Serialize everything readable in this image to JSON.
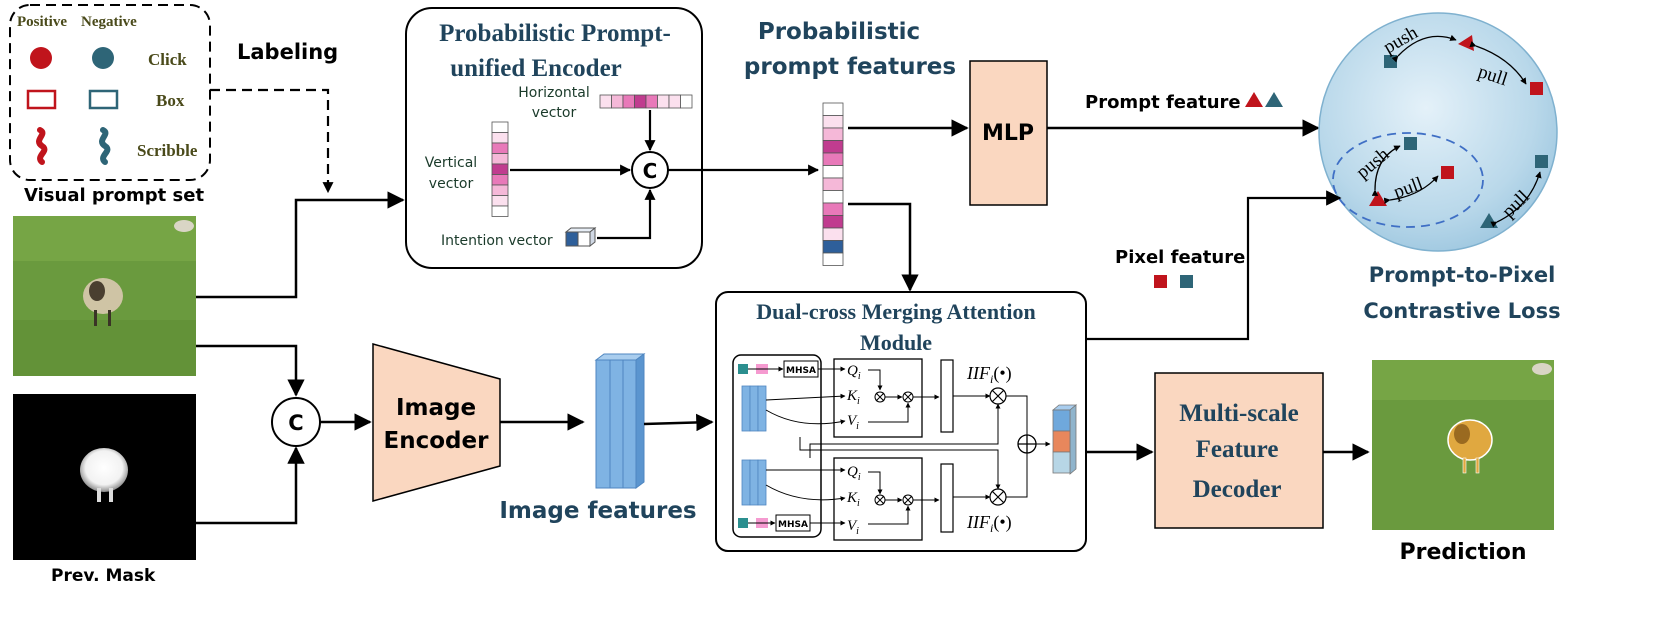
{
  "legend": {
    "positive_label": "Positive",
    "negative_label": "Negative",
    "click_label": "Click",
    "box_label": "Box",
    "scribble_label": "Scribble",
    "caption": "Visual prompt set"
  },
  "labeling_label": "Labeling",
  "encoder": {
    "title_line1": "Probabilistic Prompt-",
    "title_line2": "unified Encoder",
    "horizontal_line1": "Horizontal",
    "horizontal_line2": "vector",
    "vertical_line1": "Vertical",
    "vertical_line2": "vector",
    "intention_label": "Intention vector",
    "concat_symbol": "C"
  },
  "prompt_features": {
    "title_line1": "Probabilistic",
    "title_line2": "prompt features"
  },
  "mlp_label": "MLP",
  "prompt_feature_label": "Prompt feature",
  "pixel_feature_label": "Pixel feature",
  "sphere": {
    "push_label": "push",
    "pull_label": "pull",
    "caption_line1": "Prompt-to-Pixel",
    "caption_line2": "Contrastive Loss"
  },
  "image_encoder": {
    "line1": "Image",
    "line2": "Encoder",
    "concat_symbol": "C"
  },
  "image_features_label": "Image features",
  "attention": {
    "title_line1": "Dual-cross Merging Attention",
    "title_line2": "Module",
    "mhsa_label": "MHSA",
    "q_label": "Q",
    "k_label": "K",
    "v_label": "V",
    "sub_i": "i",
    "iif_label": "IIF",
    "iif_arg": "(•)"
  },
  "decoder": {
    "line1": "Multi-scale",
    "line2": "Feature",
    "line3": "Decoder"
  },
  "prev_mask_label": "Prev. Mask",
  "prediction_label": "Prediction",
  "colors": {
    "positive": "#c0141c",
    "negative": "#2e6577",
    "peach": "#fad7c0",
    "feature_blue": "#6fa8dc",
    "title_teal": "#20445c",
    "legend_text": "#4a4a1a",
    "grass": "#6a9a3e"
  }
}
